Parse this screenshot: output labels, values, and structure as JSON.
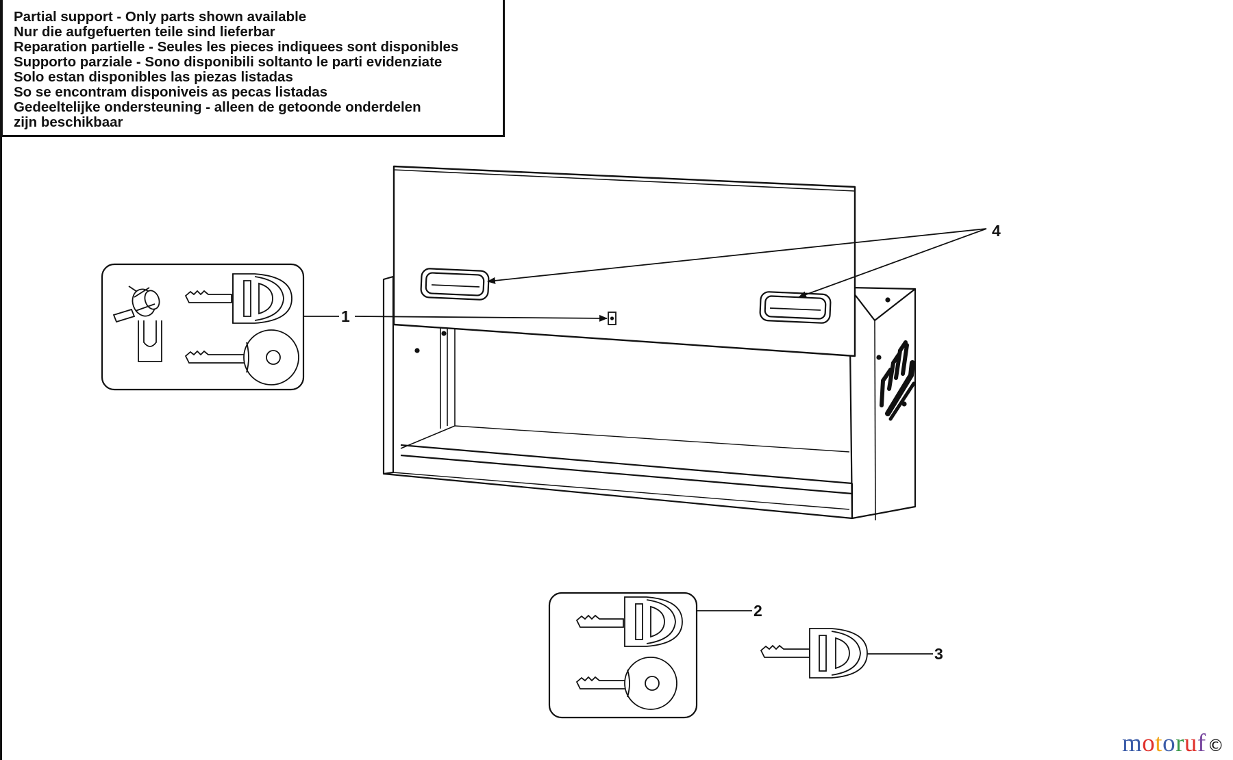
{
  "notice": {
    "lines": [
      "Partial support - Only parts shown available",
      "Nur die aufgefuerten teile sind lieferbar",
      "Reparation partielle - Seules les pieces indiquees sont disponibles",
      "Supporto parziale - Sono disponibili soltanto le parti evidenziate",
      "Solo estan disponibles las piezas listadas",
      "So se encontram disponiveis as pecas listadas",
      "Gedeeltelijke ondersteuning - alleen de getoonde onderdelen",
      "zijn beschikbaar"
    ]
  },
  "callouts": {
    "part1": "1",
    "part2": "2",
    "part3": "3",
    "part4": "4"
  },
  "watermark": {
    "letters": [
      "m",
      "o",
      "t",
      "o",
      "r",
      "u",
      "f"
    ],
    "letter_colors": [
      "#3b5ca8",
      "#e0312b",
      "#f2a61c",
      "#3b5ca8",
      "#3a9a4a",
      "#e0312b",
      "#7a4aa0"
    ],
    "suffix_mark": "©"
  },
  "colors": {
    "line": "#111111",
    "background": "#ffffff"
  }
}
